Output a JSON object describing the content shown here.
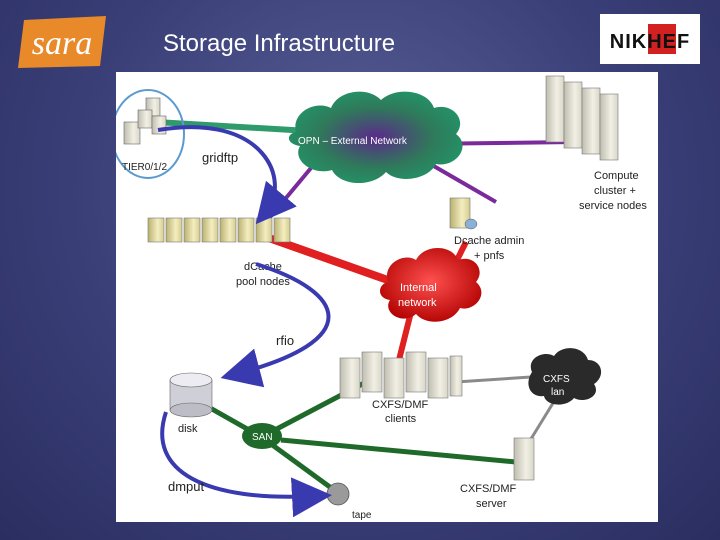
{
  "slide": {
    "title": "Storage Infrastructure",
    "logo_left_text": "sara",
    "logo_right_text": "NIKHEF"
  },
  "diagram": {
    "nodes": {
      "tier": "TIER0/1/2",
      "opn": "OPN – External Network",
      "compute_line1": "Compute",
      "compute_line2": "cluster +",
      "compute_line3": "service nodes",
      "dcache_admin_line1": "Dcache admin",
      "dcache_admin_line2": "+ pnfs",
      "dcache_pool_line1": "dCache",
      "dcache_pool_line2": "pool nodes",
      "internal_line1": "Internal",
      "internal_line2": "network",
      "cxfs_lan_line1": "CXFS",
      "cxfs_lan_line2": "lan",
      "cxfs_clients_line1": "CXFS/DMF",
      "cxfs_clients_line2": "clients",
      "disk": "disk",
      "san": "SAN",
      "cxfs_server_line1": "CXFS/DMF",
      "cxfs_server_line2": "server",
      "tape": "tape"
    },
    "flows": {
      "gridftp": "gridftp",
      "rfio": "rfio",
      "dmput": "dmput"
    },
    "colors": {
      "opn_link": "#2f9a6a",
      "purple_link": "#7a2a9a",
      "internal_link": "#e02020",
      "san_link": "#1f6a2a",
      "lan_link": "#8a8a8a",
      "flow_arrow": "#3a3ab0"
    }
  }
}
